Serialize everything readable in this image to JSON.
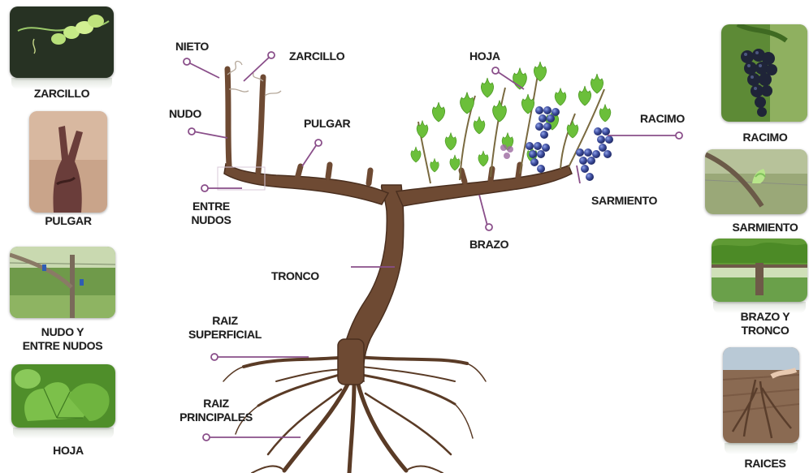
{
  "colors": {
    "wood": "#6e4a33",
    "wood_dark": "#4a2f1f",
    "leader": "#8a4f8a",
    "leaf": "#6bbf3a",
    "grape": "#3f4fa0"
  },
  "diagram_labels": {
    "nieto": "NIETO",
    "zarcillo": "ZARCILLO",
    "nudo": "NUDO",
    "pulgar": "PULGAR",
    "entre_nudos": "ENTRE\nNUDOS",
    "hoja": "HOJA",
    "racimo": "RACIMO",
    "sarmiento": "SARMIENTO",
    "brazo": "BRAZO",
    "tronco": "TRONCO",
    "raiz_superficial": "RAIZ\nSUPERFICIAL",
    "raiz_principales": "RAIZ\nPRINCIPALES"
  },
  "photos_left": [
    {
      "caption": "ZARCILLO",
      "icon": "tendril-photo"
    },
    {
      "caption": "PULGAR",
      "icon": "spur-photo"
    },
    {
      "caption": "NUDO Y\nENTRE NUDOS",
      "icon": "vineyard-row-photo"
    },
    {
      "caption": "HOJA",
      "icon": "leaf-photo"
    }
  ],
  "photos_right": [
    {
      "caption": "RACIMO",
      "icon": "grape-cluster-photo"
    },
    {
      "caption": "SARMIENTO",
      "icon": "shoot-photo"
    },
    {
      "caption": "BRAZO Y\nTRONCO",
      "icon": "trunk-row-photo"
    },
    {
      "caption": "RAICES",
      "icon": "roots-photo"
    }
  ]
}
